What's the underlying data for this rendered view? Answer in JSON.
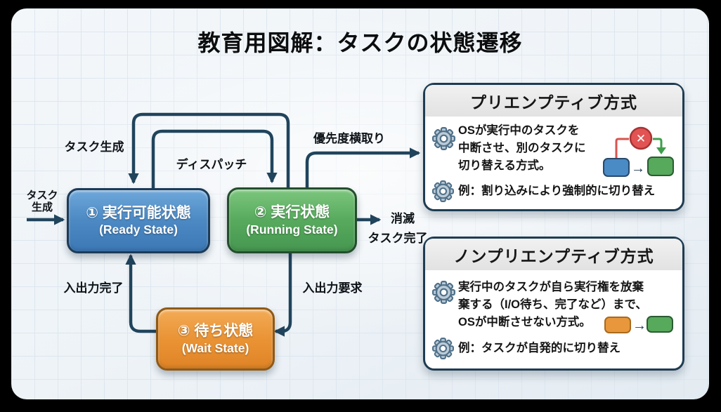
{
  "title": "教育用図解：タスクの状態遷移",
  "states": {
    "ready": {
      "label": "① 実行可能状態",
      "sublabel": "(Ready State)"
    },
    "running": {
      "label": "② 実行状態",
      "sublabel": "(Running State)"
    },
    "wait": {
      "label": "③ 待ち状態",
      "sublabel": "(Wait State)"
    }
  },
  "transitions": {
    "task_create_top": "タスク生成",
    "task_create_left": {
      "line1": "タスク",
      "line2": "生成"
    },
    "dispatch": "ディスパッチ",
    "preempt": "優先度横取り",
    "terminate": {
      "line1": "消滅",
      "line2": "タスク完了"
    },
    "io_request": "入出力要求",
    "io_complete": "入出力完了"
  },
  "panels": {
    "preemptive": {
      "title": "プリエンプティブ方式",
      "bullet1_lines": [
        "OSが実行中のタスクを",
        "中断させ、別のタスクに",
        "切り替える方式。"
      ],
      "bullet2": "例：割り込みにより強制的に切り替え",
      "x_mark": "✕"
    },
    "nonpreemptive": {
      "title": "ノンプリエンプティブ方式",
      "bullet1_lines": [
        "実行中のタスクが自ら実行権を放棄",
        "棄する（I/O待ち、完了など）まで、",
        "OSが中断させない方式。"
      ],
      "bullet2": "例：タスクが自発的に切り替え"
    }
  },
  "icons": {
    "arrow_right": "→"
  },
  "colors": {
    "arrow": "#20445c",
    "ready_fill": "#4d8ac4",
    "running_fill": "#58ab5e",
    "wait_fill": "#ea9436",
    "panel_border": "#1e3c52",
    "error_red": "#e25353",
    "mini_green_arrow": "#3f9e4d"
  }
}
